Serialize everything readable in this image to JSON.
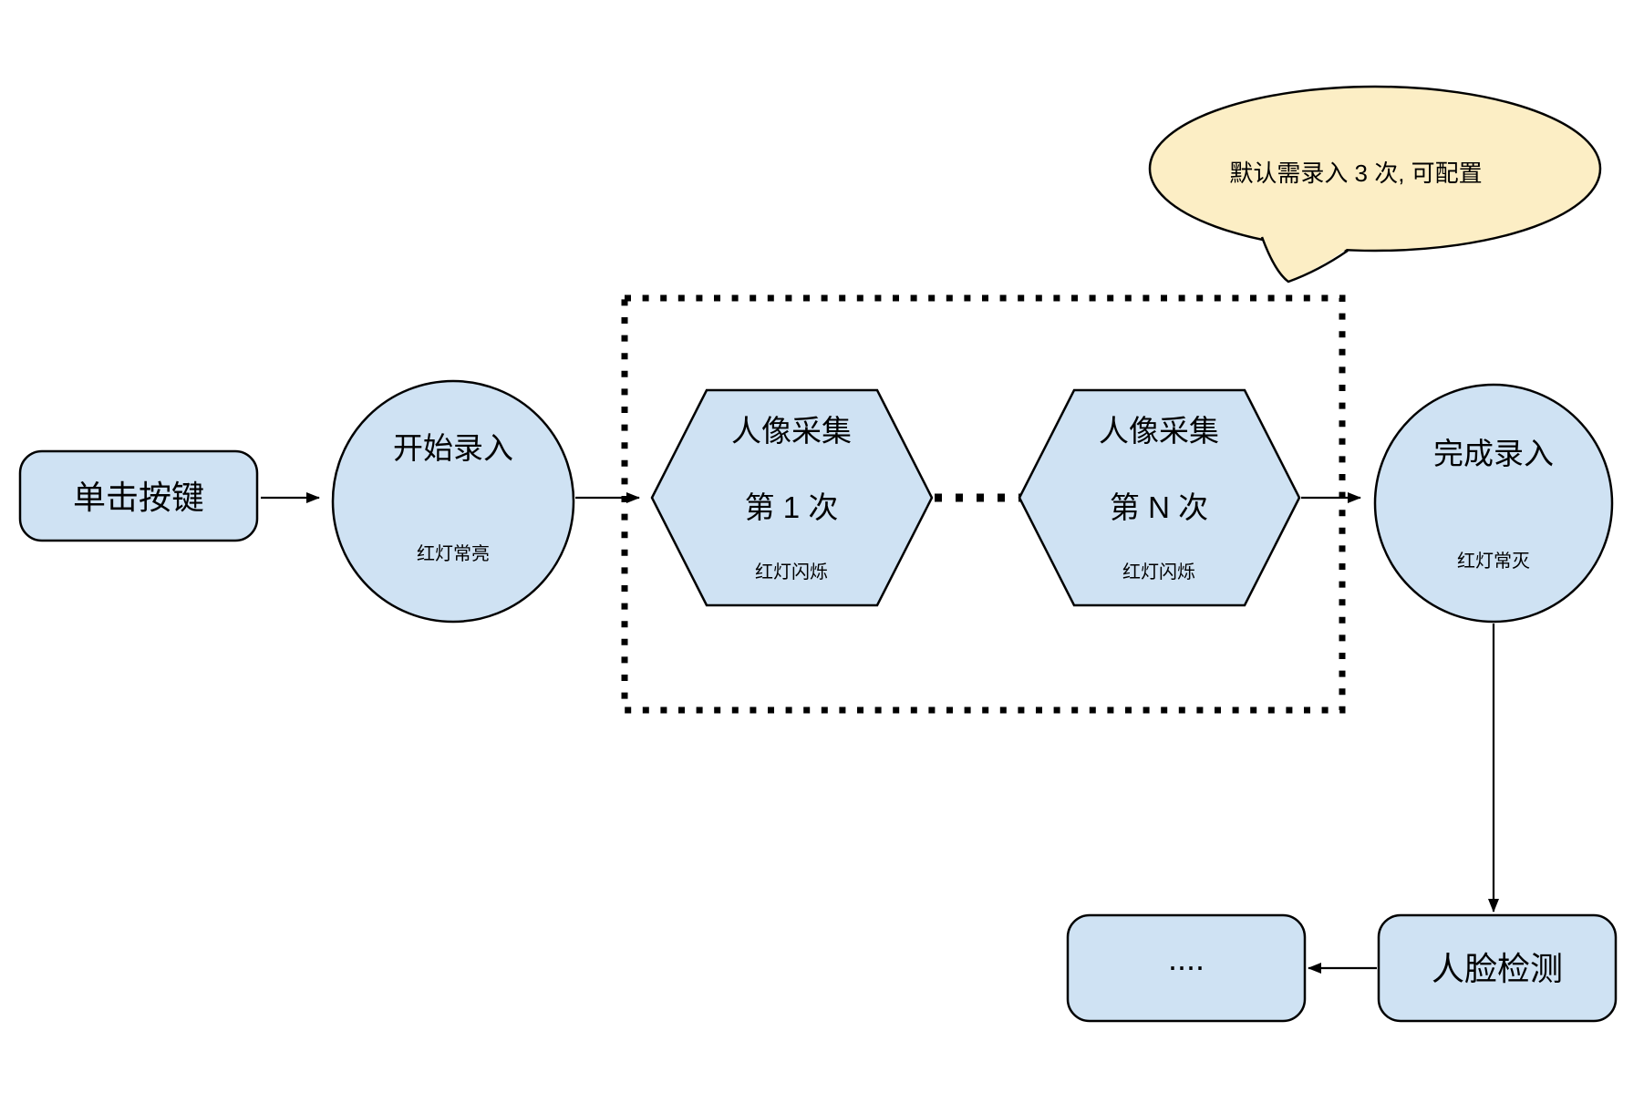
{
  "colors": {
    "node_fill": "#cfe2f3",
    "node_stroke": "#000000",
    "bubble_fill": "#fceec5",
    "line": "#000000"
  },
  "nodes": {
    "click_button": {
      "label": "单击按键"
    },
    "start": {
      "label": "开始录入",
      "sublabel": "红灯常亮"
    },
    "capture_first": {
      "label_line1": "人像采集",
      "label_line2": "第 1 次",
      "sublabel": "红灯闪烁"
    },
    "capture_nth": {
      "label_line1": "人像采集",
      "label_line2": "第 N 次",
      "sublabel": "红灯闪烁"
    },
    "finish": {
      "label": "完成录入",
      "sublabel": "红灯常灭"
    },
    "face_detection": {
      "label": "人脸检测"
    },
    "next_steps": {
      "label": "...."
    }
  },
  "callout": {
    "text": "默认需录入 3 次, 可配置"
  }
}
